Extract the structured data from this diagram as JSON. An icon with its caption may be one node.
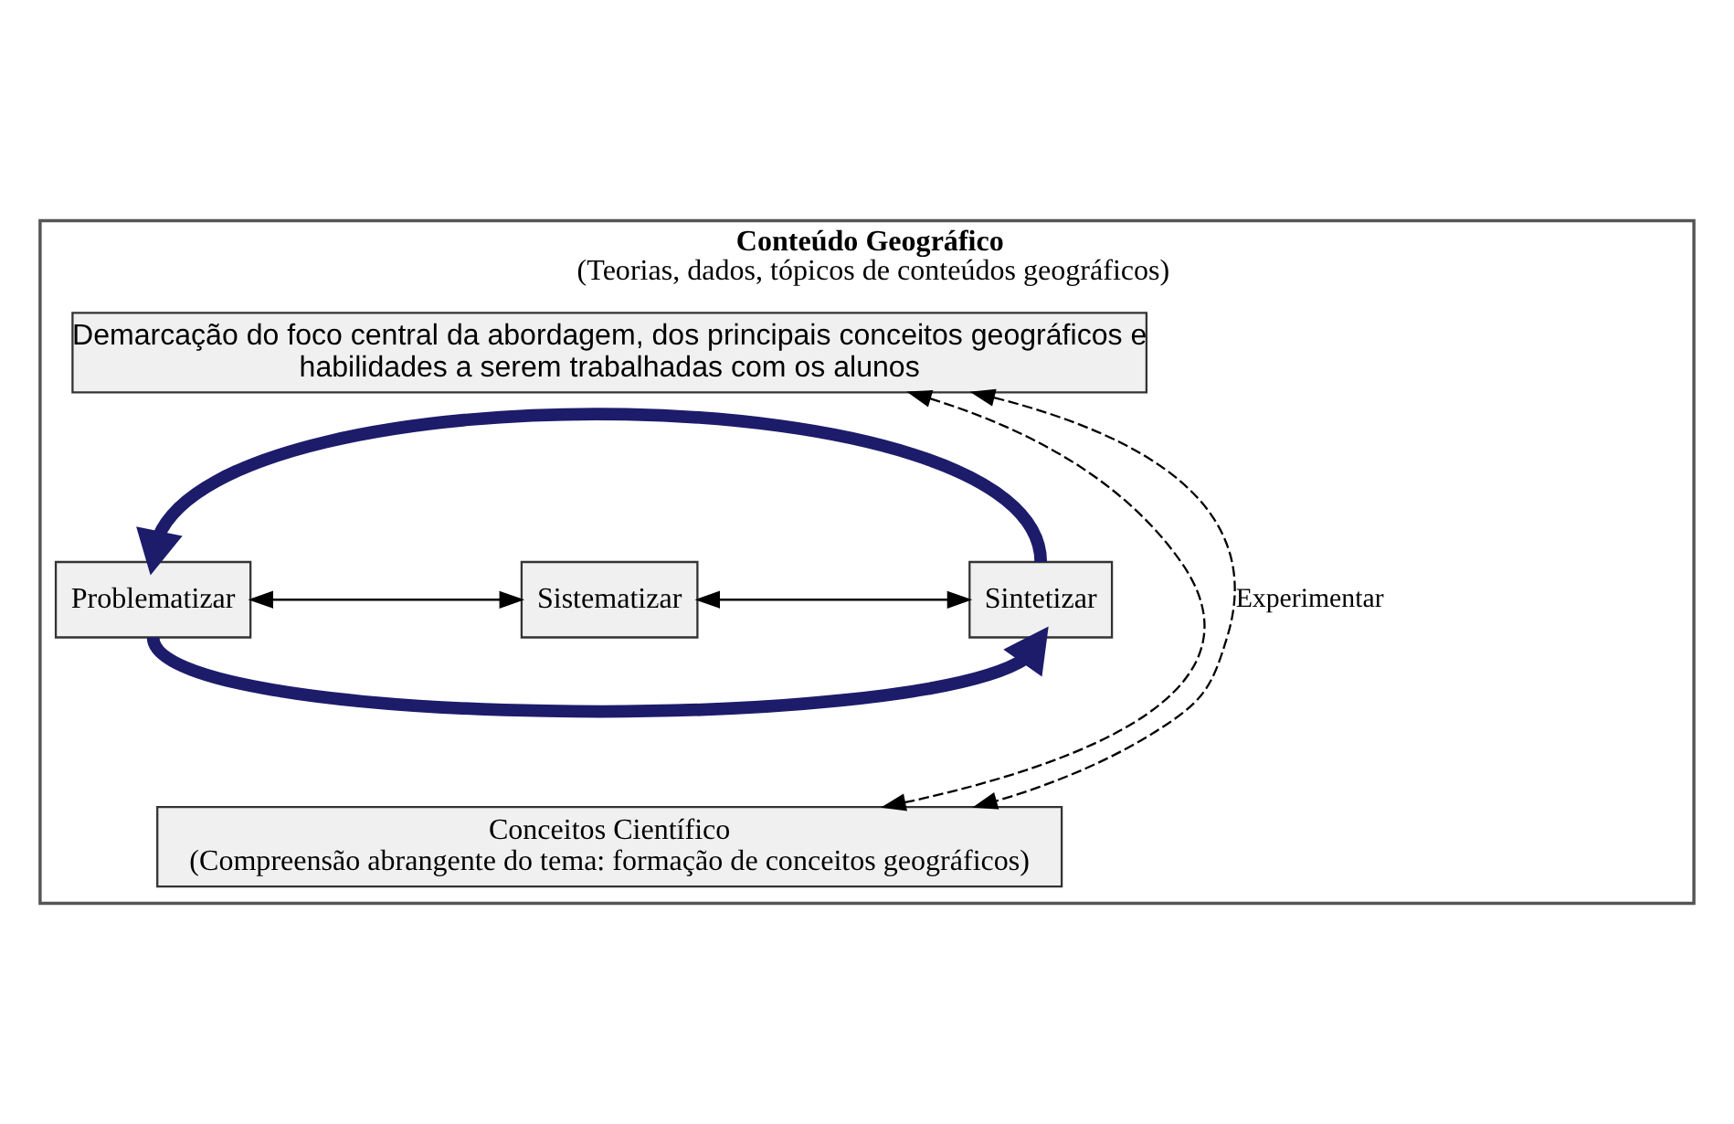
{
  "diagram": {
    "nodes": [
      {
        "text": [
          "Conteúdo Geográfico",
          "(Teorias, dados, tópicos de conteúdos geográficos)"
        ]
      },
      {
        "text": [
          "Demarcação do foco central da abordagem, dos principais conceitos geográficos e habilidades a serem trabalhadas com os alunos"
        ],
        "in": 0
      },
      {
        "text": [
          "Problematizar"
        ],
        "in": 0
      },
      {
        "text": [
          "Sistematizar"
        ],
        "in": 0
      },
      {
        "text": [
          "Sintetizar"
        ],
        "in": 0
      },
      {
        "text": [
          "Conceitos Científico",
          "(Compreensão abrangente do tema: formação de conceitos geográficos)"
        ],
        "in": 0
      }
    ],
    "edges": [
      {
        "from": 1,
        "to": 5,
        "arrow": "both",
        "style": "dashed"
      },
      {
        "from": 1,
        "to": 5,
        "arrow": "both",
        "style": "dashed",
        "label": "Experimentar"
      },
      {
        "from": 2,
        "to": 3,
        "arrow": "both"
      },
      {
        "from": 3,
        "to": 4,
        "arrow": "both"
      },
      {
        "from": 4,
        "to": 2,
        "arrow": "to",
        "style": "thick",
        "color": "#1c1c6b"
      },
      {
        "from": 2,
        "to": 4,
        "arrow": "to",
        "style": "thick",
        "color": "#1c1c6b"
      }
    ]
  }
}
